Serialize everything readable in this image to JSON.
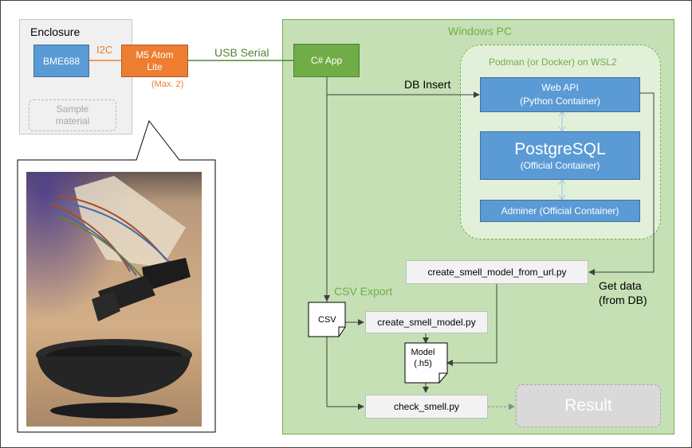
{
  "enclosure": {
    "title": "Enclosure",
    "bme688": "BME688",
    "i2c": "I2C",
    "m5_line1": "M5 Atom",
    "m5_line2": "Lite",
    "m5_max": "(Max. 2)",
    "sample_line1": "Sample",
    "sample_line2": "material"
  },
  "usb_serial": "USB Serial",
  "windows_pc": {
    "title": "Windows PC",
    "csharp_app": "C# App",
    "db_insert": "DB Insert",
    "podman": {
      "title": "Podman (or Docker) on WSL2",
      "web_api_line1": "Web API",
      "web_api_line2": "(Python Container)",
      "postgres_line1": "PostgreSQL",
      "postgres_line2": "(Official Container)",
      "adminer": "Adminer (Official Container)"
    },
    "create_model_from_url": "create_smell_model_from_url.py",
    "get_data_line1": "Get data",
    "get_data_line2": "(from DB)",
    "csv_export": "CSV Export",
    "csv": "CSV",
    "create_model": "create_smell_model.py",
    "model_line1": "Model",
    "model_line2": "(.h5)",
    "check_smell": "check_smell.py",
    "result": "Result"
  },
  "colors": {
    "blue": "#5b9bd5",
    "orange": "#ed7d31",
    "green": "#70ad47",
    "green_text": "#70ad47",
    "pc_fill": "#c5e0b4",
    "podman_fill": "#e2f0d9",
    "result_fill": "#d9d9d9"
  }
}
